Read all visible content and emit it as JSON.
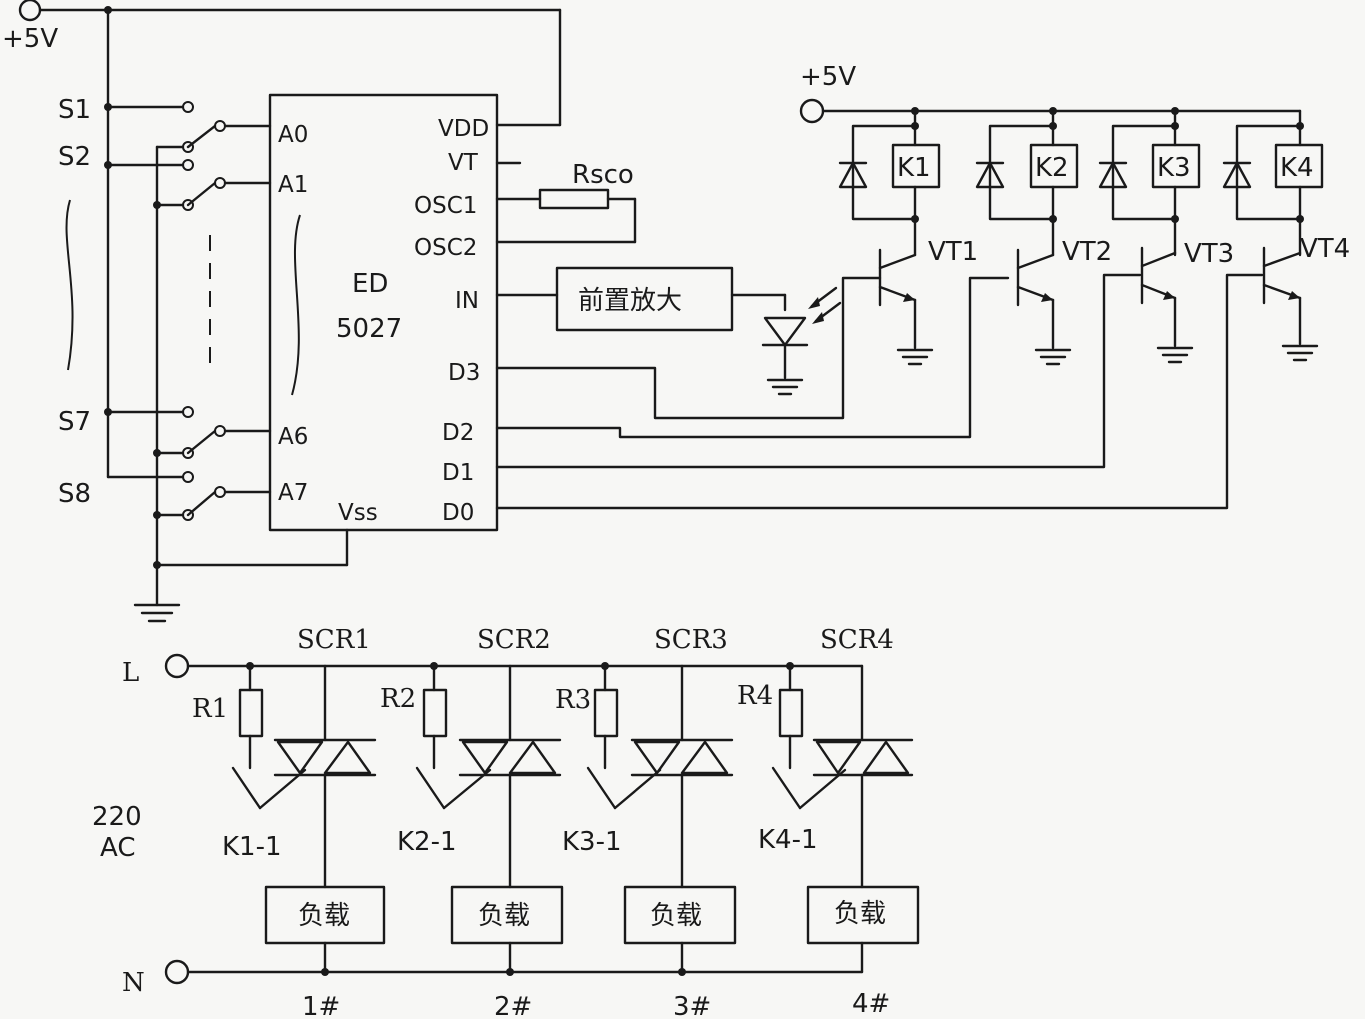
{
  "supply": {
    "left": "+5V",
    "right": "+5V"
  },
  "switches": [
    "S1",
    "S2",
    "S7",
    "S8"
  ],
  "ic": {
    "name_line1": "ED",
    "name_line2": "5027",
    "pins_left": [
      "A0",
      "A1",
      "A6",
      "A7"
    ],
    "pins_right": [
      "VDD",
      "VT",
      "OSC1",
      "OSC2",
      "IN",
      "D3",
      "D2",
      "D1",
      "D0"
    ],
    "vss": "Vss"
  },
  "rsco": "Rsco",
  "preamp": "前置放大",
  "relays": [
    "K1",
    "K2",
    "K3",
    "K4"
  ],
  "transistors": [
    "VT1",
    "VT2",
    "VT3",
    "VT4"
  ],
  "mains": {
    "l": "L",
    "n": "N",
    "voltage": "220",
    "type": "AC"
  },
  "thyristors": [
    "SCR1",
    "SCR2",
    "SCR3",
    "SCR4"
  ],
  "resistors": [
    "R1",
    "R2",
    "R3",
    "R4"
  ],
  "contacts": [
    "K1-1",
    "K2-1",
    "K3-1",
    "K4-1"
  ],
  "loads": [
    "负载",
    "负载",
    "负载",
    "负载"
  ],
  "outputs": [
    "1#",
    "2#",
    "3#",
    "4#"
  ]
}
